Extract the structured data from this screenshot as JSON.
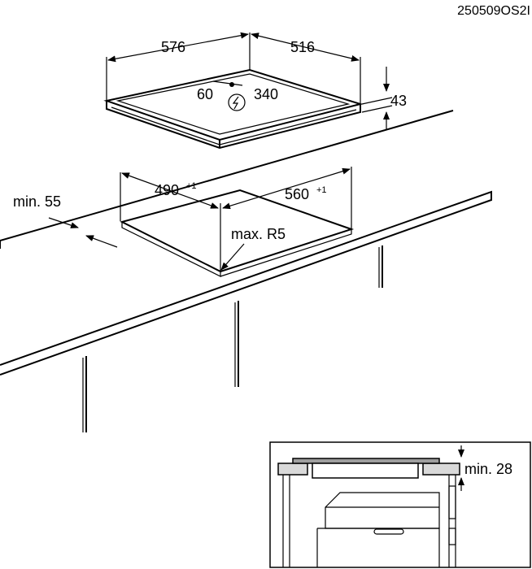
{
  "document_code": "250509OS2I",
  "hob": {
    "width": "576",
    "depth": "516",
    "height": "43",
    "connection_x": "60",
    "connection_y": "340",
    "power_icon": "lightning-bolt-icon"
  },
  "cutout": {
    "width": "560",
    "width_tolerance": "+1",
    "depth": "490",
    "depth_tolerance": "+1",
    "corner_radius": "max. R5",
    "front_clearance": "min. 55"
  },
  "side_detail": {
    "clearance": "min. 28"
  }
}
